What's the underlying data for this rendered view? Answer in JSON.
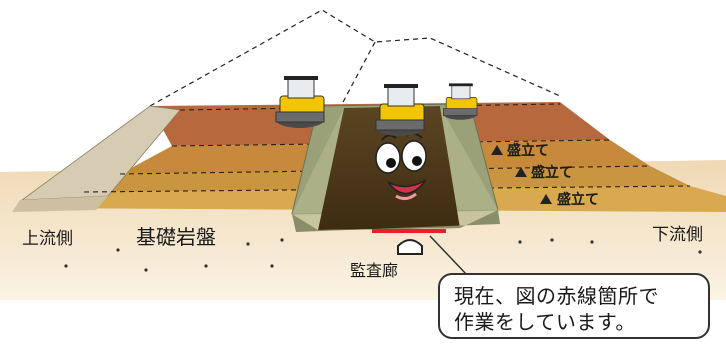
{
  "labels": {
    "upstream": "上流側",
    "downstream": "下流側",
    "foundation": "基礎岩盤",
    "gallery": "監査廊"
  },
  "fill_layers": [
    "盛立て",
    "盛立て",
    "盛立て"
  ],
  "callout": {
    "line1": "現在、図の赤線箇所で",
    "line2": "作業をしています。"
  },
  "colors": {
    "ground": "#f1e3c6",
    "fill_top": "#b8683d",
    "fill_mid": "#c78a3c",
    "fill_low": "#c69a44",
    "core": "#9aa178",
    "trench": "#4a3618",
    "highlight": "#e8202a",
    "roller": "#f2c500"
  },
  "icons": [
    "triangle-marker-icon",
    "road-roller-icon",
    "mascot-character"
  ]
}
